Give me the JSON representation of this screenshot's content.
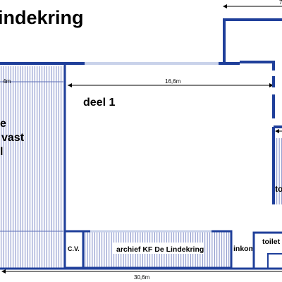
{
  "title": "indekring",
  "labels": {
    "deel": "deel 1",
    "cv": "C.V.",
    "archief": "archief KF De Lindekring",
    "inkom": "inkom",
    "toilet": "toilet",
    "to": "to",
    "dim_top_right": "7",
    "dim_left": "4m",
    "dim_mid": "16,6m",
    "dim_bottom": "30,6m",
    "left_line1": "e",
    "left_line2": "vast",
    "left_line3": "l"
  },
  "colors": {
    "wall": "#1f3f9a",
    "hatch": "#5d6fb8",
    "door": "#c9d2ea"
  }
}
